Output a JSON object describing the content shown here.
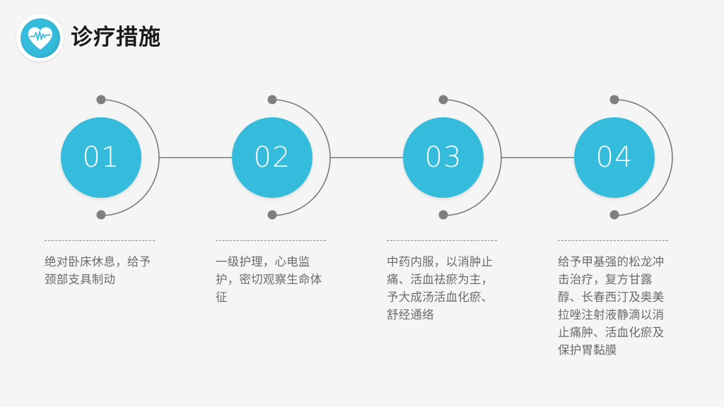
{
  "header": {
    "title": "诊疗措施",
    "icon": "heart-pulse-icon",
    "icon_bg_color": "#35bcdc",
    "title_color": "#1a1a1a"
  },
  "theme": {
    "background": "#f5f5f5",
    "accent": "#35bcdc",
    "line_color": "#7a7a7a",
    "dot_color": "#7f7f7f",
    "text_color": "#6b6b6b"
  },
  "timeline": {
    "steps": [
      {
        "number": "01",
        "text": "绝对卧床休息，给予颈部支具制动"
      },
      {
        "number": "02",
        "text": "一级护理，心电监护，密切观察生命体征"
      },
      {
        "number": "03",
        "text": "中药内服，以消肿止痛、活血祛瘀为主，予大成汤活血化瘀、舒经通络"
      },
      {
        "number": "04",
        "text": "给予甲基强的松龙冲击治疗，复方甘露醇、长春西汀及奥美拉唑注射液静滴以消止痛肿、活血化瘀及保护胃黏膜"
      }
    ]
  }
}
